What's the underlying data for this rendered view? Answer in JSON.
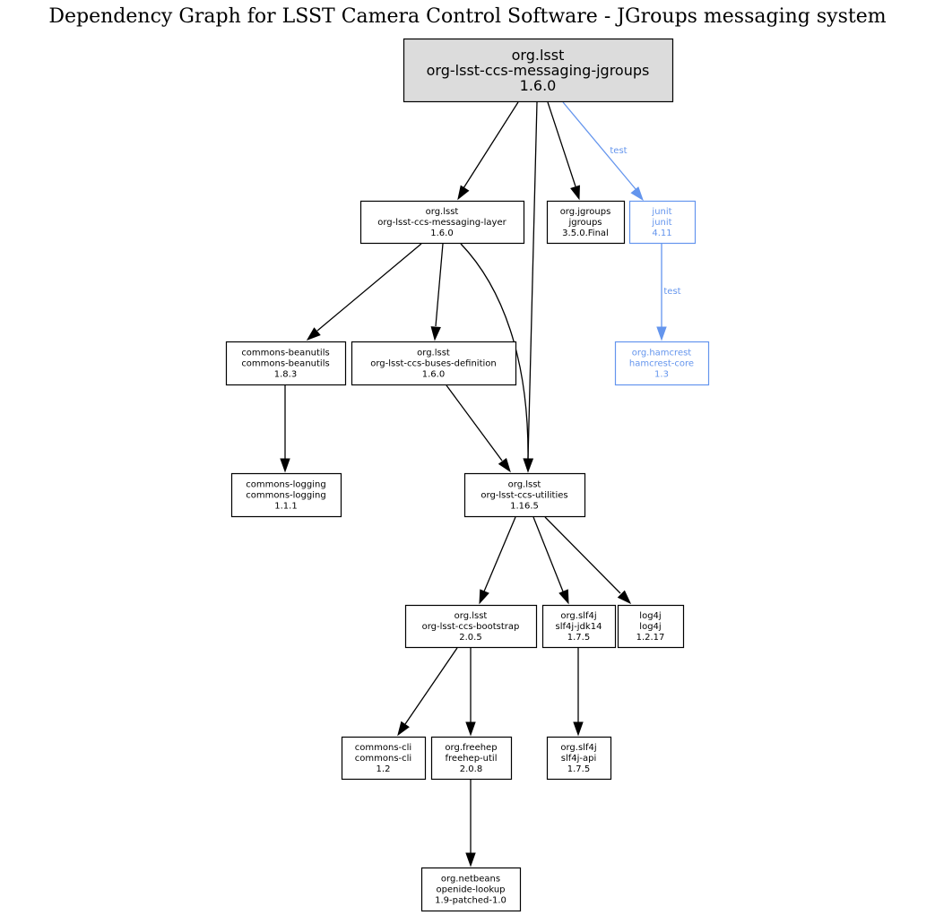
{
  "title": "Dependency Graph for LSST Camera Control Software - JGroups messaging system",
  "colors": {
    "normal": "#000000",
    "test": "#6495ed",
    "root_fill": "#dcdcdc",
    "node_fill": "#ffffff"
  },
  "nodes": [
    {
      "id": "root",
      "name": "node-root",
      "lines": [
        "org.lsst",
        "org-lsst-ccs-messaging-jgroups",
        "1.6.0"
      ],
      "root": true,
      "style": "normal"
    },
    {
      "id": "messaging-layer",
      "name": "node-messaging-layer",
      "lines": [
        "org.lsst",
        "org-lsst-ccs-messaging-layer",
        "1.6.0"
      ],
      "style": "normal"
    },
    {
      "id": "jgroups",
      "name": "node-jgroups",
      "lines": [
        "org.jgroups",
        "jgroups",
        "3.5.0.Final"
      ],
      "style": "normal"
    },
    {
      "id": "junit",
      "name": "node-junit",
      "lines": [
        "junit",
        "junit",
        "4.11"
      ],
      "style": "test"
    },
    {
      "id": "beanutils",
      "name": "node-commons-beanutils",
      "lines": [
        "commons-beanutils",
        "commons-beanutils",
        "1.8.3"
      ],
      "style": "normal"
    },
    {
      "id": "buses-definition",
      "name": "node-buses-definition",
      "lines": [
        "org.lsst",
        "org-lsst-ccs-buses-definition",
        "1.6.0"
      ],
      "style": "normal"
    },
    {
      "id": "hamcrest",
      "name": "node-hamcrest",
      "lines": [
        "org.hamcrest",
        "hamcrest-core",
        "1.3"
      ],
      "style": "test"
    },
    {
      "id": "logging",
      "name": "node-commons-logging",
      "lines": [
        "commons-logging",
        "commons-logging",
        "1.1.1"
      ],
      "style": "normal"
    },
    {
      "id": "utilities",
      "name": "node-utilities",
      "lines": [
        "org.lsst",
        "org-lsst-ccs-utilities",
        "1.16.5"
      ],
      "style": "normal"
    },
    {
      "id": "bootstrap",
      "name": "node-bootstrap",
      "lines": [
        "org.lsst",
        "org-lsst-ccs-bootstrap",
        "2.0.5"
      ],
      "style": "normal"
    },
    {
      "id": "slf4j-jdk14",
      "name": "node-slf4j-jdk14",
      "lines": [
        "org.slf4j",
        "slf4j-jdk14",
        "1.7.5"
      ],
      "style": "normal"
    },
    {
      "id": "log4j",
      "name": "node-log4j",
      "lines": [
        "log4j",
        "log4j",
        "1.2.17"
      ],
      "style": "normal"
    },
    {
      "id": "commons-cli",
      "name": "node-commons-cli",
      "lines": [
        "commons-cli",
        "commons-cli",
        "1.2"
      ],
      "style": "normal"
    },
    {
      "id": "freehep",
      "name": "node-freehep-util",
      "lines": [
        "org.freehep",
        "freehep-util",
        "2.0.8"
      ],
      "style": "normal"
    },
    {
      "id": "slf4j-api",
      "name": "node-slf4j-api",
      "lines": [
        "org.slf4j",
        "slf4j-api",
        "1.7.5"
      ],
      "style": "normal"
    },
    {
      "id": "openide",
      "name": "node-openide-lookup",
      "lines": [
        "org.netbeans",
        "openide-lookup",
        "1.9-patched-1.0"
      ],
      "style": "normal"
    }
  ],
  "edges": [
    {
      "from": "root",
      "to": "messaging-layer",
      "style": "normal"
    },
    {
      "from": "root",
      "to": "utilities",
      "style": "normal"
    },
    {
      "from": "root",
      "to": "jgroups",
      "style": "normal"
    },
    {
      "from": "root",
      "to": "junit",
      "style": "test",
      "label": "test"
    },
    {
      "from": "junit",
      "to": "hamcrest",
      "style": "test",
      "label": "test"
    },
    {
      "from": "messaging-layer",
      "to": "beanutils",
      "style": "normal"
    },
    {
      "from": "messaging-layer",
      "to": "buses-definition",
      "style": "normal"
    },
    {
      "from": "messaging-layer",
      "to": "utilities",
      "style": "normal"
    },
    {
      "from": "beanutils",
      "to": "logging",
      "style": "normal"
    },
    {
      "from": "buses-definition",
      "to": "utilities",
      "style": "normal"
    },
    {
      "from": "utilities",
      "to": "bootstrap",
      "style": "normal"
    },
    {
      "from": "utilities",
      "to": "slf4j-jdk14",
      "style": "normal"
    },
    {
      "from": "utilities",
      "to": "log4j",
      "style": "normal"
    },
    {
      "from": "bootstrap",
      "to": "commons-cli",
      "style": "normal"
    },
    {
      "from": "bootstrap",
      "to": "freehep",
      "style": "normal"
    },
    {
      "from": "slf4j-jdk14",
      "to": "slf4j-api",
      "style": "normal"
    },
    {
      "from": "freehep",
      "to": "openide",
      "style": "normal"
    }
  ]
}
